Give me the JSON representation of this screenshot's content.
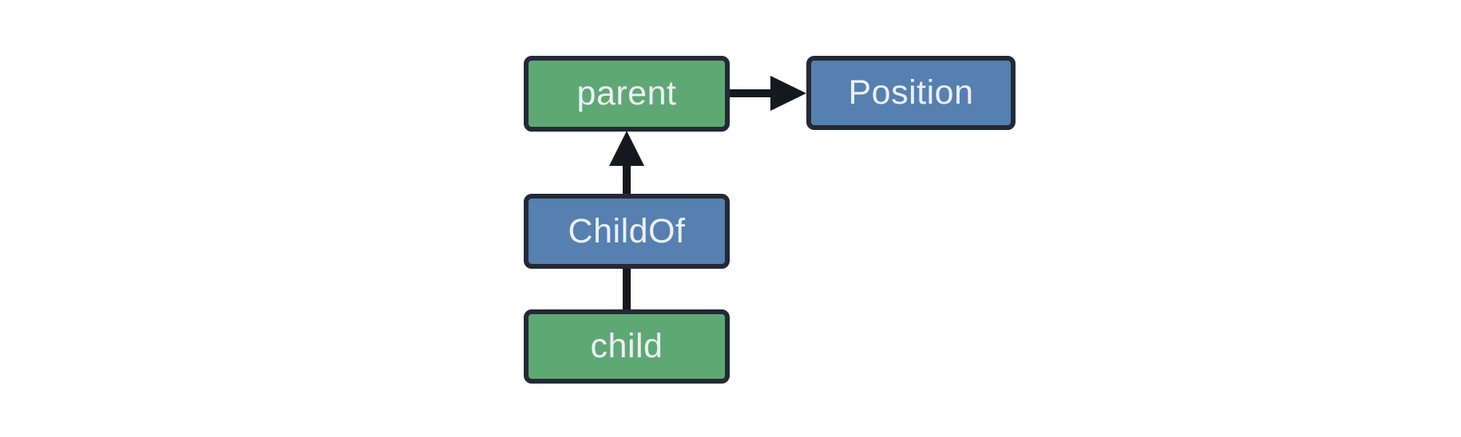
{
  "diagram": {
    "background_color": "#ffffff",
    "colors": {
      "entity_fill": "#5ea874",
      "component_fill": "#5580b0",
      "node_border": "#242936",
      "edge": "#15181d",
      "label_text": "#edeff5"
    },
    "nodes": [
      {
        "id": "parent",
        "label": "parent",
        "fill": "#5ea874"
      },
      {
        "id": "position",
        "label": "Position",
        "fill": "#5580b0"
      },
      {
        "id": "childof",
        "label": "ChildOf",
        "fill": "#5580b0"
      },
      {
        "id": "child",
        "label": "child",
        "fill": "#5ea874"
      }
    ],
    "edges": [
      {
        "from": "parent",
        "to": "Position",
        "style": "arrow",
        "direction": "right"
      },
      {
        "from": "ChildOf",
        "to": "parent",
        "style": "arrow",
        "direction": "up"
      },
      {
        "from": "child",
        "to": "ChildOf",
        "style": "line",
        "direction": "up"
      }
    ]
  }
}
